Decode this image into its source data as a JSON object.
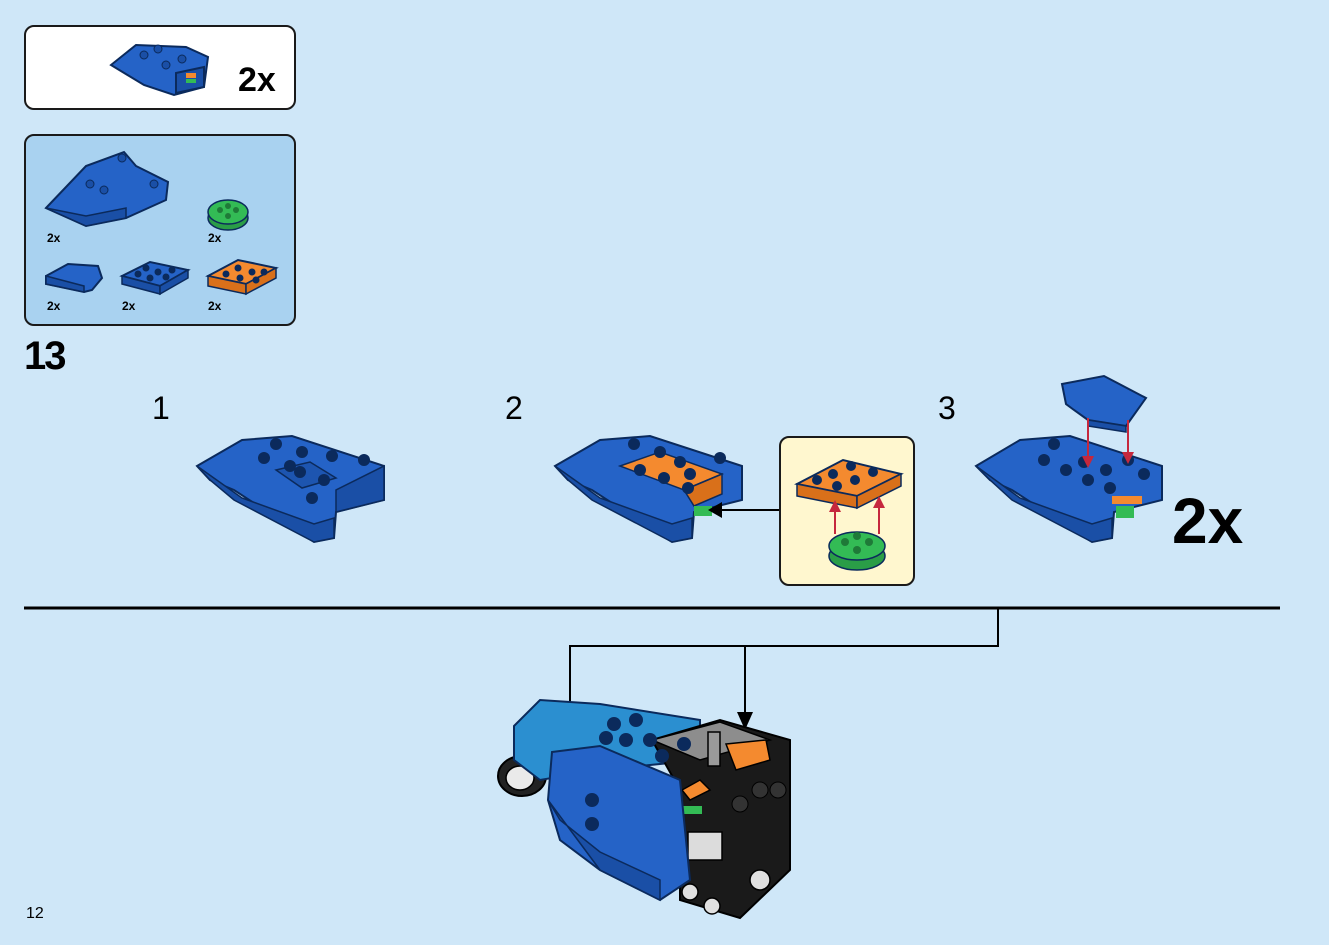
{
  "submodel_callout": {
    "quantity": "2x"
  },
  "parts_list": {
    "items": [
      {
        "icon": "blue-wedge-plate-large",
        "qty": "2x"
      },
      {
        "icon": "green-round-plate",
        "qty": "2x"
      },
      {
        "icon": "blue-wedge-plate-small",
        "qty": "2x"
      },
      {
        "icon": "blue-plate-2x4",
        "qty": "2x"
      },
      {
        "icon": "orange-plate-2x3",
        "qty": "2x"
      }
    ]
  },
  "step": {
    "number": "13",
    "substeps": [
      {
        "number": "1"
      },
      {
        "number": "2"
      },
      {
        "number": "3",
        "quantity": "2x"
      }
    ]
  },
  "page_number": "12",
  "colors": {
    "background": "#cfe7f8",
    "parts_panel": "#a9d2f0",
    "callout_bg": "#fff7cf",
    "brick_blue": "#2563c7",
    "brick_orange": "#f48a2f",
    "brick_green": "#33bb55",
    "arrow_red": "#c5283d"
  }
}
